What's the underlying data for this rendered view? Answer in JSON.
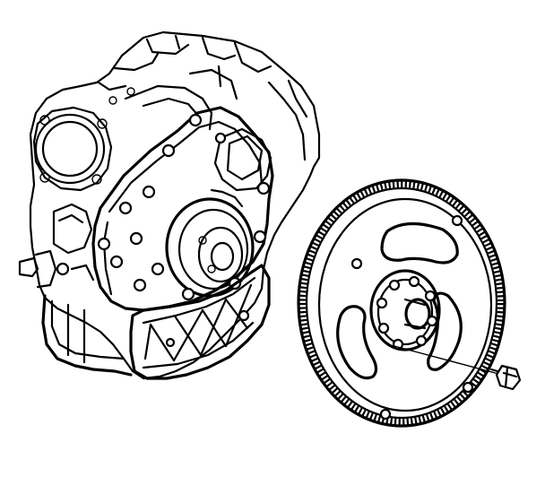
{
  "figure": {
    "background": "#ffffff",
    "line_color": "#000000",
    "parts": [
      "engine-block",
      "flywheel",
      "flywheel-bolt"
    ]
  }
}
